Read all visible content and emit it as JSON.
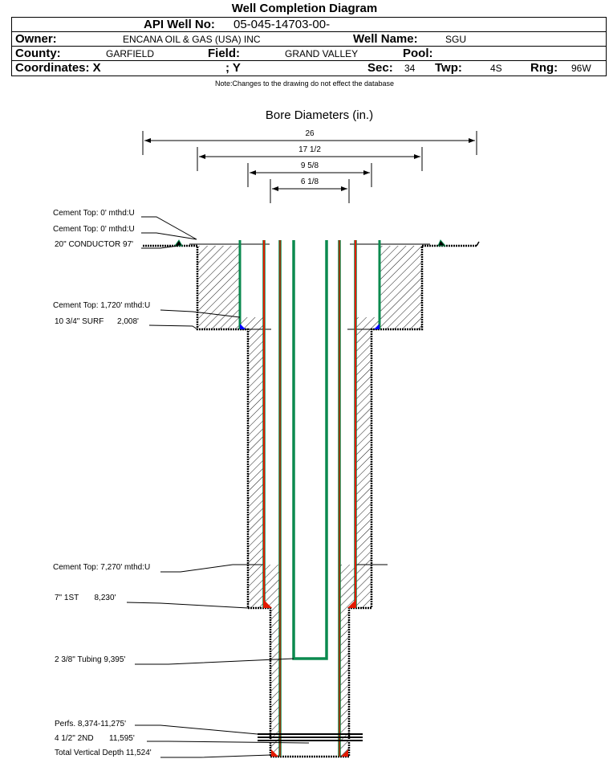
{
  "title": "Well Completion Diagram",
  "header": {
    "api_label": "API Well No:",
    "api_value": "05-045-14703-00-",
    "owner_label": "Owner:",
    "owner_value": "ENCANA OIL & GAS (USA) INC",
    "well_name_label": "Well Name:",
    "well_name_value": "SGU",
    "county_label": "County:",
    "county_value": "GARFIELD",
    "field_label": "Field:",
    "field_value": "GRAND VALLEY",
    "pool_label": "Pool:",
    "pool_value": "",
    "coords_label": "Coordinates: X",
    "coords_y_label": "; Y",
    "sec_label": "Sec:",
    "sec_value": "34",
    "twp_label": "Twp:",
    "twp_value": "4S",
    "rng_label": "Rng:",
    "rng_value": "96W"
  },
  "note": "Note:Changes to the drawing do not effect the database",
  "bore": {
    "title": "Bore Diameters (in.)",
    "diameters": [
      "26",
      "17 1/2",
      "9 5/8",
      "6 1/8"
    ]
  },
  "labels": {
    "cement_top_1": "Cement Top: 0' mthd:U",
    "cement_top_2": "Cement Top: 0' mthd:U",
    "conductor": "20\" CONDUCTOR  97'",
    "cement_top_3": "Cement Top: 1,720' mthd:U",
    "surf": "10 3/4\" SURF      2,008'",
    "cement_top_4": "Cement Top: 7,270' mthd:U",
    "first": "7\" 1ST       8,230'",
    "tubing": "2 3/8\" Tubing 9,395'",
    "perfs": "Perfs. 8,374-11,275'",
    "second": "4 1/2\" 2ND       11,595'",
    "tvd": "Total Vertical Depth 11,524'"
  },
  "colors": {
    "casing_red": "#e21a00",
    "casing_brown": "#8b3a0e",
    "tubing_green": "#0b8a4f",
    "cement_shoe_blue": "#0000ff",
    "conductor_green": "#0b8a4f"
  }
}
